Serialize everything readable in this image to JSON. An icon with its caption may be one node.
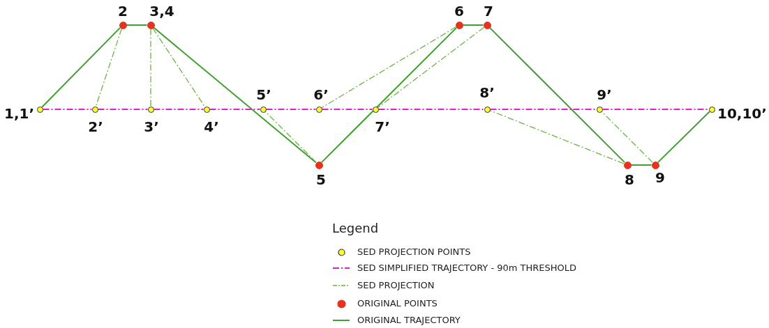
{
  "diagram": {
    "nodes": [
      {
        "text": [],
        "shape": "circle",
        "beside": [
          "1,1’"
        ]
      },
      {
        "text": [],
        "shape": "circle",
        "beside": [
          "2"
        ]
      },
      {
        "text": [],
        "shape": "circle",
        "beside": [
          "2’"
        ]
      },
      {
        "text": [],
        "shape": "circle",
        "beside": [
          "3,4"
        ]
      },
      {
        "text": [],
        "shape": "circle",
        "beside": [
          "3’"
        ]
      },
      {
        "text": [],
        "shape": "circle",
        "beside": [
          "4’"
        ]
      },
      {
        "text": [],
        "shape": "circle",
        "beside": [
          "5’"
        ]
      },
      {
        "text": [],
        "shape": "circle",
        "beside": [
          "5"
        ]
      },
      {
        "text": [],
        "shape": "circle",
        "beside": [
          "6’"
        ]
      },
      {
        "text": [],
        "shape": "circle",
        "beside": [
          "7’"
        ]
      },
      {
        "text": [],
        "shape": "circle",
        "beside": [
          "6"
        ]
      },
      {
        "text": [],
        "shape": "circle",
        "beside": [
          "7"
        ]
      },
      {
        "text": [],
        "shape": "circle",
        "beside": [
          "8’"
        ]
      },
      {
        "text": [],
        "shape": "circle",
        "beside": [
          "9’"
        ]
      },
      {
        "text": [],
        "shape": "circle",
        "beside": [
          "8"
        ]
      },
      {
        "text": [],
        "shape": "circle",
        "beside": [
          "9"
        ]
      },
      {
        "text": [],
        "shape": "circle",
        "beside": [
          "10,10’"
        ]
      }
    ],
    "edges": [
      {
        "from": 0,
        "to": 1,
        "arrow": "none",
        "color": "#3f9f2f"
      },
      {
        "from": 1,
        "to": 3,
        "arrow": "none",
        "color": "#3f9f2f"
      },
      {
        "from": 3,
        "to": 7,
        "arrow": "none",
        "color": "#3f9f2f"
      },
      {
        "from": 7,
        "to": 10,
        "arrow": "none",
        "color": "#3f9f2f"
      },
      {
        "from": 10,
        "to": 11,
        "arrow": "none",
        "color": "#3f9f2f"
      },
      {
        "from": 11,
        "to": 14,
        "arrow": "none",
        "color": "#3f9f2f"
      },
      {
        "from": 14,
        "to": 15,
        "arrow": "none",
        "color": "#3f9f2f"
      },
      {
        "from": 15,
        "to": 16,
        "arrow": "none",
        "color": "#3f9f2f"
      },
      {
        "from": 0,
        "to": 2,
        "arrow": "none",
        "style": "dashed",
        "color": "#e020c8"
      },
      {
        "from": 2,
        "to": 4,
        "arrow": "none",
        "style": "dashed",
        "color": "#e020c8"
      },
      {
        "from": 4,
        "to": 5,
        "arrow": "none",
        "style": "dashed",
        "color": "#e020c8"
      },
      {
        "from": 5,
        "to": 6,
        "arrow": "none",
        "style": "dashed",
        "color": "#e020c8"
      },
      {
        "from": 6,
        "to": 8,
        "arrow": "none",
        "style": "dashed",
        "color": "#e020c8"
      },
      {
        "from": 8,
        "to": 9,
        "arrow": "none",
        "style": "dashed",
        "color": "#e020c8"
      },
      {
        "from": 9,
        "to": 12,
        "arrow": "none",
        "style": "dashed",
        "color": "#e020c8"
      },
      {
        "from": 12,
        "to": 13,
        "arrow": "none",
        "style": "dashed",
        "color": "#e020c8"
      },
      {
        "from": 13,
        "to": 16,
        "arrow": "none",
        "style": "dashed",
        "color": "#e020c8"
      },
      {
        "from": 1,
        "to": 2,
        "arrow": "none",
        "style": "dashed",
        "color": "#6cb33f"
      },
      {
        "from": 3,
        "to": 4,
        "arrow": "none",
        "style": "dashed",
        "color": "#6cb33f"
      },
      {
        "from": 3,
        "to": 5,
        "arrow": "none",
        "style": "dashed",
        "color": "#6cb33f"
      },
      {
        "from": 7,
        "to": 6,
        "arrow": "none",
        "style": "dashed",
        "color": "#6cb33f"
      },
      {
        "from": 10,
        "to": 8,
        "arrow": "none",
        "style": "dashed",
        "color": "#6cb33f"
      },
      {
        "from": 11,
        "to": 9,
        "arrow": "none",
        "style": "dashed",
        "color": "#6cb33f"
      },
      {
        "from": 14,
        "to": 12,
        "arrow": "none",
        "style": "dashed",
        "color": "#6cb33f"
      },
      {
        "from": 15,
        "to": 13,
        "arrow": "none",
        "style": "dashed",
        "color": "#6cb33f"
      }
    ],
    "labels": [
      "Legend"
    ],
    "legend": [
      {
        "text": "SED PROJECTION POINTS"
      },
      {
        "text": "SED SIMPLIFIED TRAJECTORY - 90m THRESHOLD"
      },
      {
        "text": "SED PROJECTION"
      },
      {
        "text": "ORIGINAL POINTS"
      },
      {
        "text": "ORIGINAL TRAJECTORY"
      }
    ]
  }
}
